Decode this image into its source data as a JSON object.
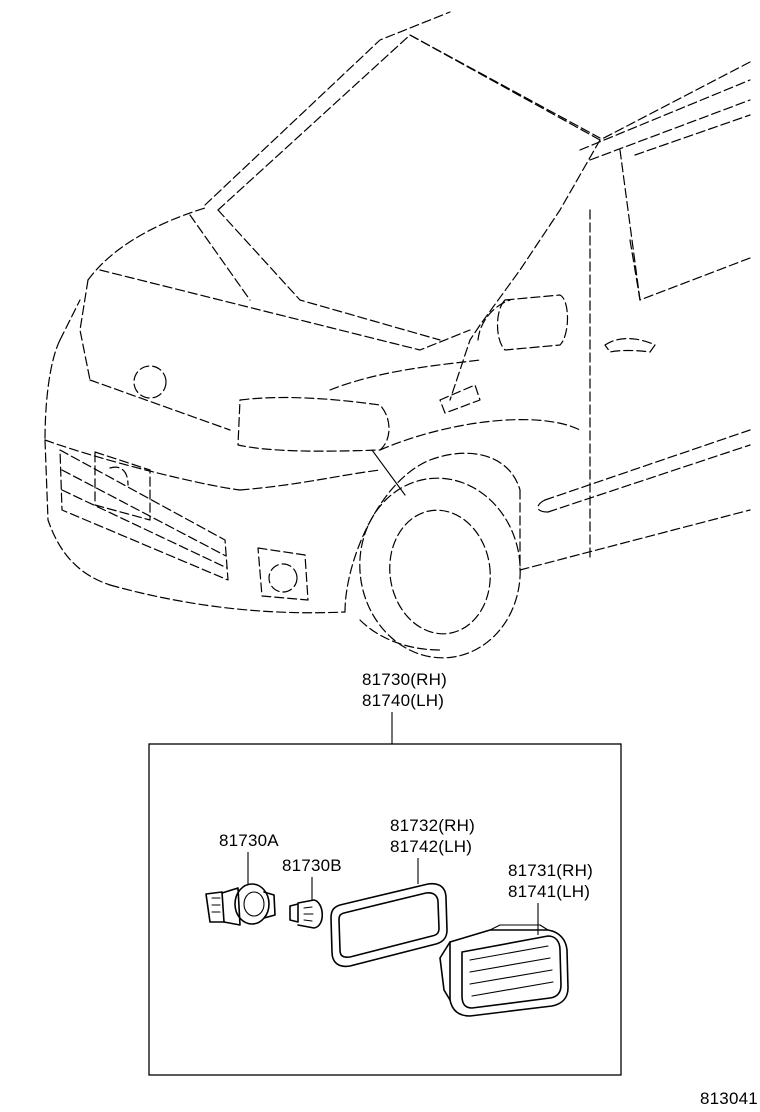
{
  "labels": {
    "main_assembly_rh": "81730(RH)",
    "main_assembly_lh": "81740(LH)",
    "socket": "81730A",
    "bulb": "81730B",
    "gasket_rh": "81732(RH)",
    "gasket_lh": "81742(LH)",
    "lens_rh": "81731(RH)",
    "lens_lh": "81741(LH)"
  },
  "diagram_code": "813041",
  "icons": {
    "vehicle": "vehicle-front-outline-icon",
    "socket": "bulb-socket-icon",
    "bulb": "wedge-bulb-icon",
    "gasket": "gasket-ring-icon",
    "lens": "side-marker-lens-icon"
  }
}
